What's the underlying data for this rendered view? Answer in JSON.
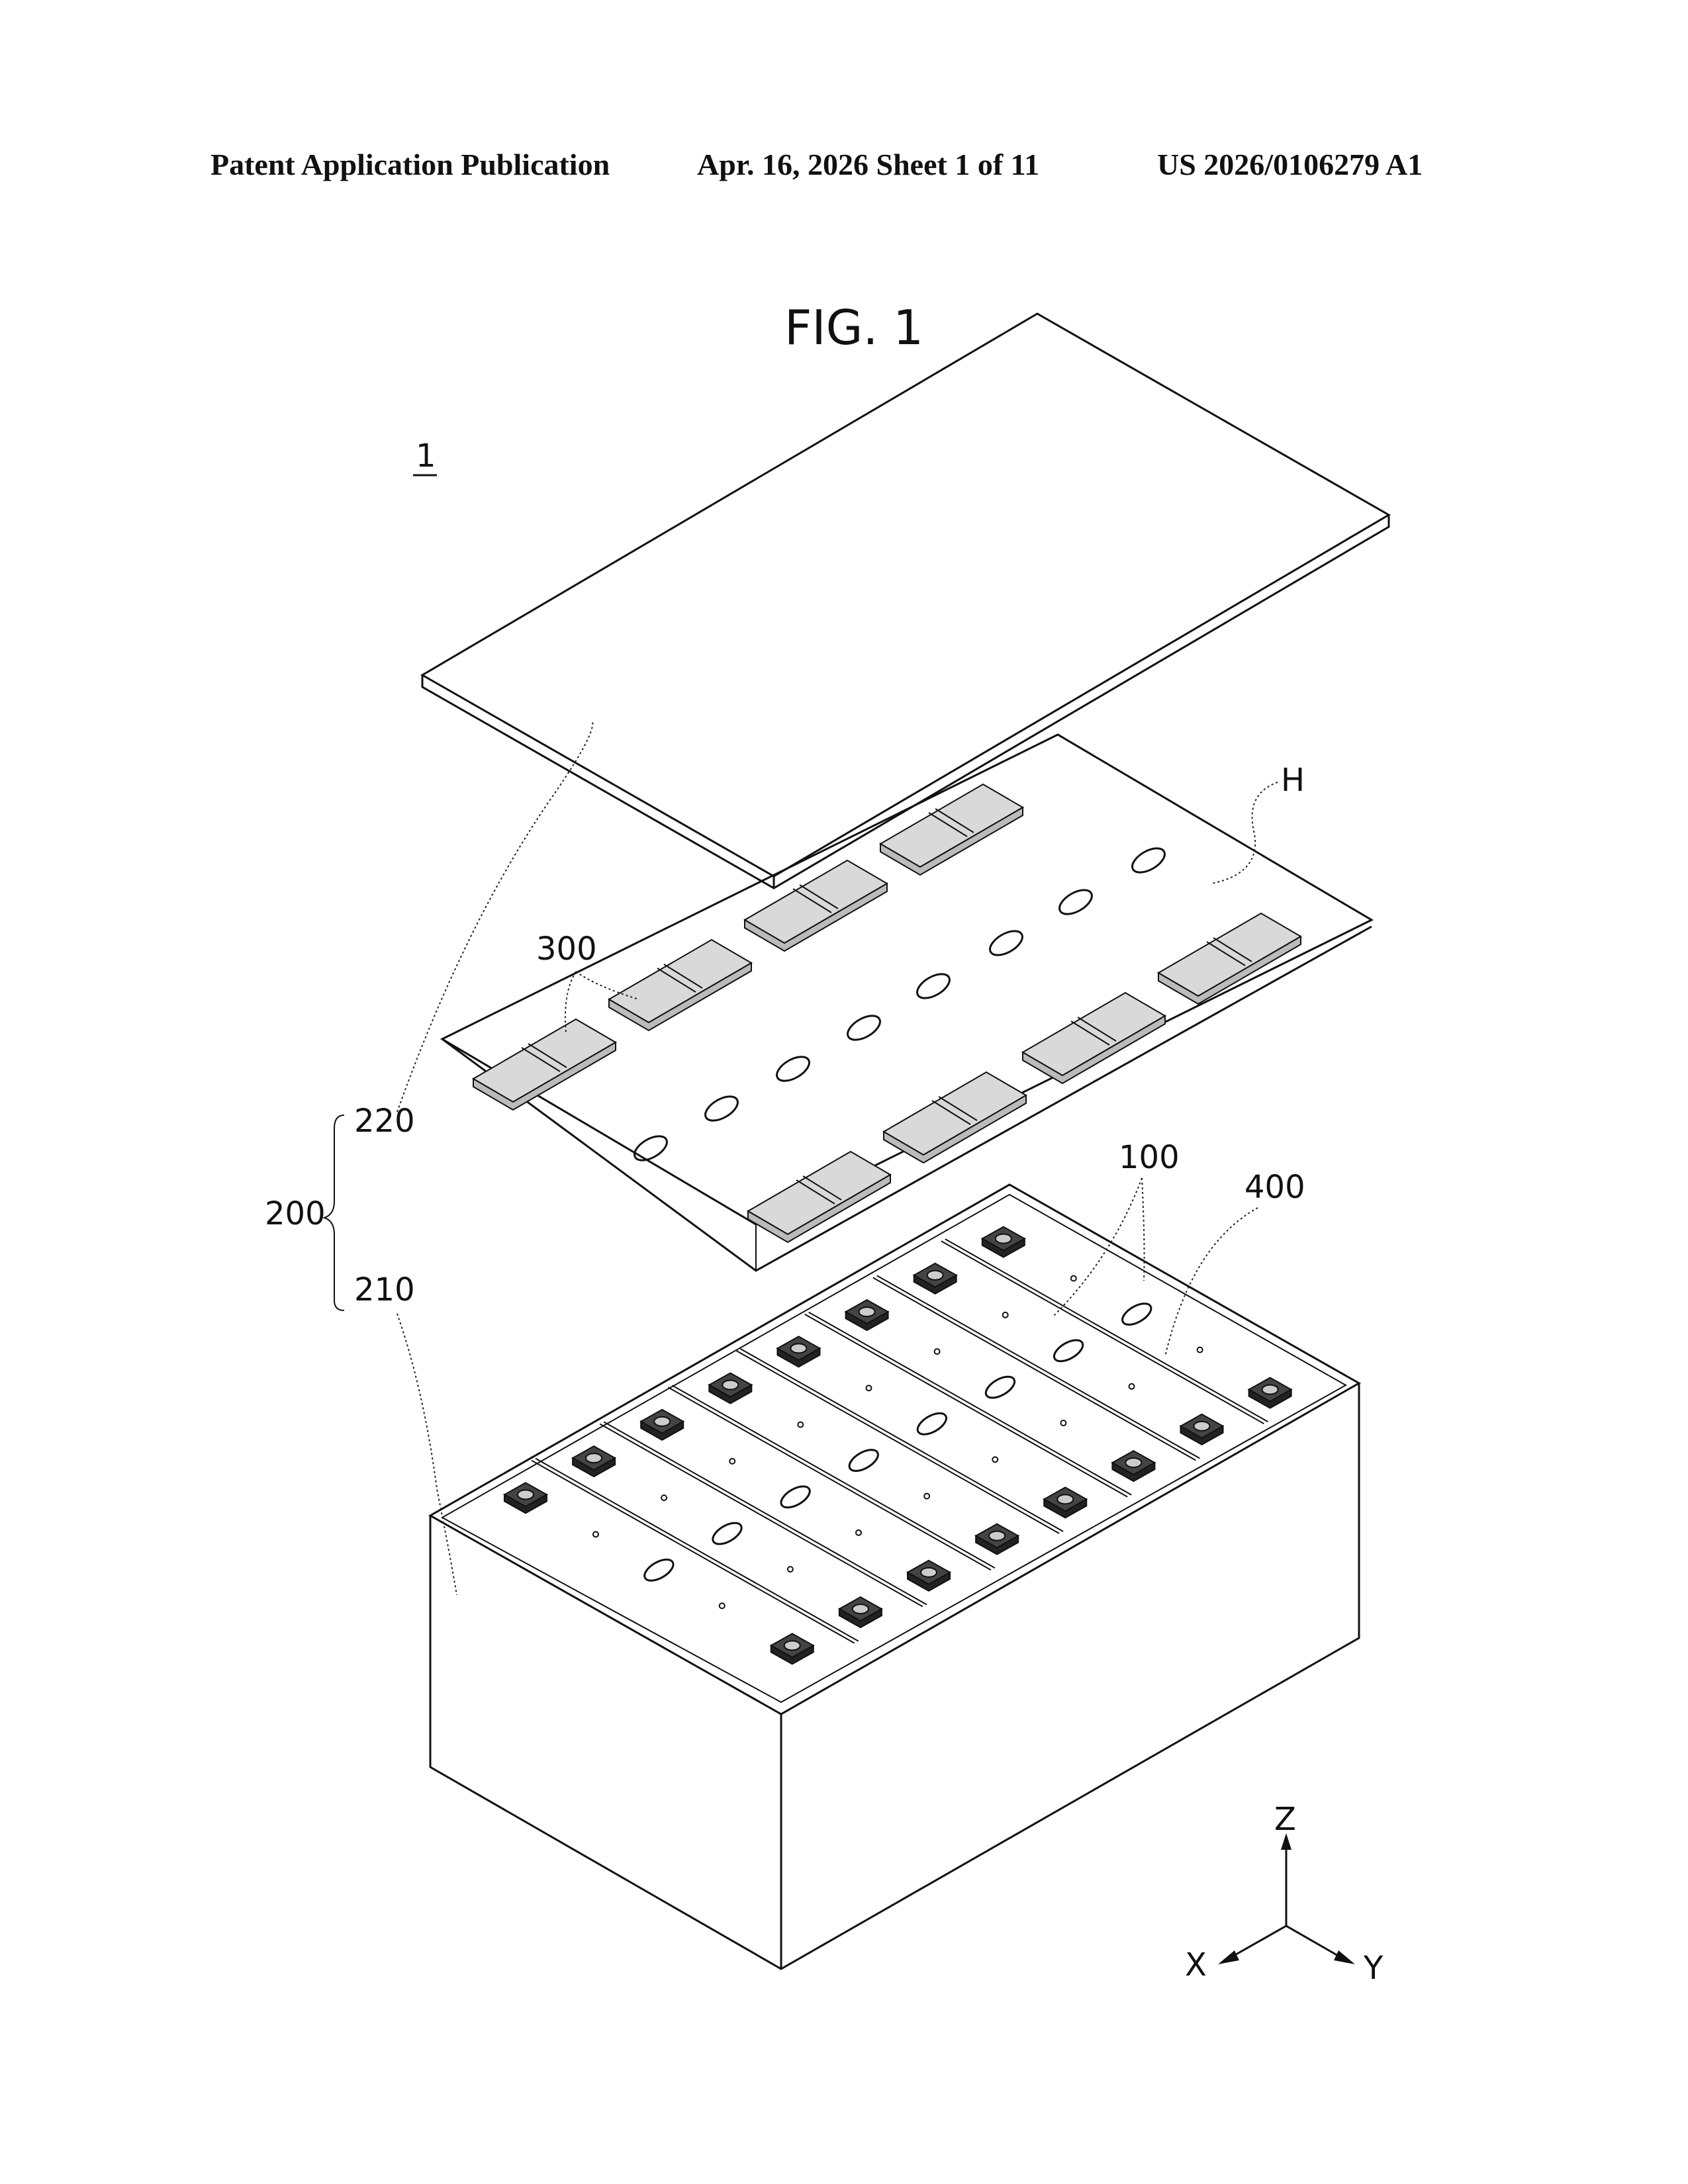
{
  "header": {
    "publication": "Patent Application Publication",
    "date_sheet": "Apr. 16, 2026  Sheet 1 of 11",
    "patent_number": "US 2026/0106279 A1"
  },
  "figure": {
    "title": "FIG. 1",
    "labels": {
      "assembly": "1",
      "cover": "220",
      "case_group": "200",
      "case": "210",
      "busbar": "300",
      "hole": "H",
      "cells": "100",
      "separator": "400"
    },
    "axes": {
      "z": "Z",
      "x": "X",
      "y": "Y"
    }
  }
}
